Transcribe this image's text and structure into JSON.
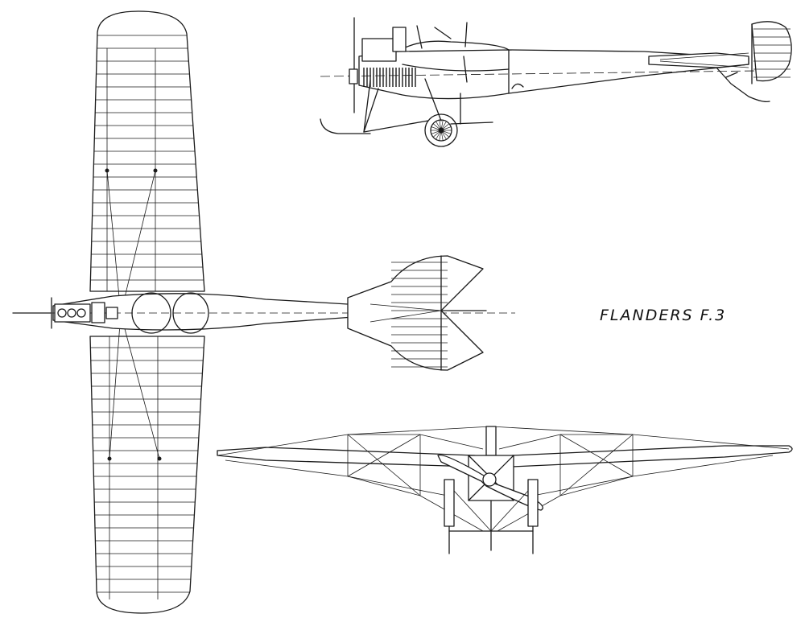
{
  "drawing": {
    "caption": "FLANDERS F.3",
    "views": [
      "plan-view",
      "side-elevation",
      "front-elevation"
    ],
    "style": "line drawing",
    "ink_color": "#1a1a1a",
    "background": "#ffffff"
  }
}
